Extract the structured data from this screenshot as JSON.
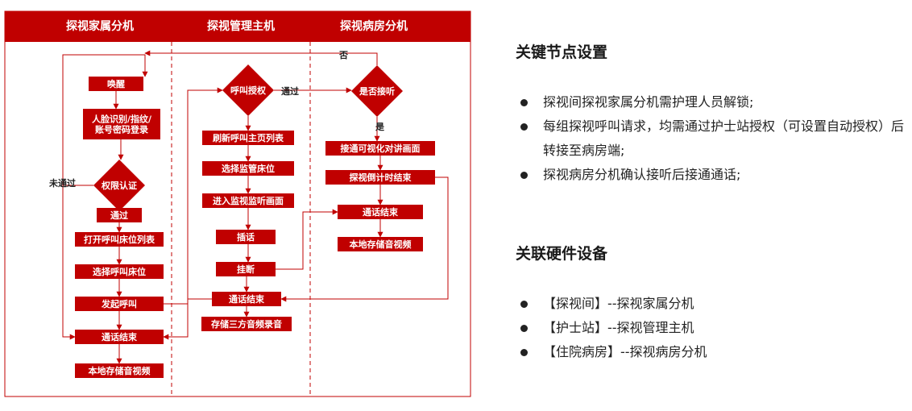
{
  "diagram": {
    "lanes": [
      {
        "id": "family",
        "title": "探视家属分机"
      },
      {
        "id": "host",
        "title": "探视管理主机"
      },
      {
        "id": "ward",
        "title": "探视病房分机"
      }
    ],
    "nodes": [
      {
        "id": "wake",
        "shape": "rect",
        "lines": [
          "唤醒"
        ]
      },
      {
        "id": "login",
        "shape": "rect",
        "lines": [
          "人脸识别/指纹/",
          "账号密码登录"
        ]
      },
      {
        "id": "auth",
        "shape": "diamond",
        "lines": [
          "权限认证"
        ]
      },
      {
        "id": "pass",
        "shape": "rect",
        "lines": [
          "通过"
        ]
      },
      {
        "id": "open_list",
        "shape": "rect",
        "lines": [
          "打开呼叫床位列表"
        ]
      },
      {
        "id": "select_bed",
        "shape": "rect",
        "lines": [
          "选择呼叫床位"
        ]
      },
      {
        "id": "call",
        "shape": "rect",
        "lines": [
          "发起呼叫"
        ]
      },
      {
        "id": "end_family",
        "shape": "rect",
        "lines": [
          "通话结束"
        ]
      },
      {
        "id": "store_family",
        "shape": "rect",
        "lines": [
          "本地存储音视频"
        ]
      },
      {
        "id": "call_auth",
        "shape": "diamond",
        "lines": [
          "呼叫授权"
        ]
      },
      {
        "id": "refresh",
        "shape": "rect",
        "lines": [
          "刷新呼叫主页列表"
        ]
      },
      {
        "id": "select_monitor",
        "shape": "rect",
        "lines": [
          "选择监管床位"
        ]
      },
      {
        "id": "enter_monitor",
        "shape": "rect",
        "lines": [
          "进入监视监听画面"
        ]
      },
      {
        "id": "cut_in",
        "shape": "rect",
        "lines": [
          "插话"
        ]
      },
      {
        "id": "hang_up",
        "shape": "rect",
        "lines": [
          "挂断"
        ]
      },
      {
        "id": "end_host",
        "shape": "rect",
        "lines": [
          "通话结束"
        ]
      },
      {
        "id": "store_host",
        "shape": "rect",
        "lines": [
          "存储三方音频录音"
        ]
      },
      {
        "id": "answer",
        "shape": "diamond",
        "lines": [
          "是否接听"
        ]
      },
      {
        "id": "connect",
        "shape": "rect",
        "lines": [
          "接通可视化对讲画面"
        ]
      },
      {
        "id": "countdown",
        "shape": "rect",
        "lines": [
          "探视倒计时结束"
        ]
      },
      {
        "id": "end_ward",
        "shape": "rect",
        "lines": [
          "通话结束"
        ]
      },
      {
        "id": "store_ward",
        "shape": "rect",
        "lines": [
          "本地存储音视频"
        ]
      }
    ],
    "edge_labels": {
      "fail": "未通过",
      "pass_through": "通过",
      "no": "否",
      "yes": "是"
    }
  },
  "right_panel": {
    "section1": {
      "title": "关键节点设置",
      "items": [
        "探视间探视家属分机需护理人员解锁;",
        "每组探视呼叫请求，均需通过护士站授权（可设置自动授权）后转接至病房端;",
        "探视病房分机确认接听后接通通话;"
      ]
    },
    "section2": {
      "title": "关联硬件设备",
      "items": [
        "【探视间】--探视家属分机",
        "【护士站】--探视管理主机",
        "【住院病房】--探视病房分机"
      ]
    }
  },
  "colors": {
    "primary_red": "#c00000",
    "line": "#c00000",
    "text": "#222222"
  }
}
